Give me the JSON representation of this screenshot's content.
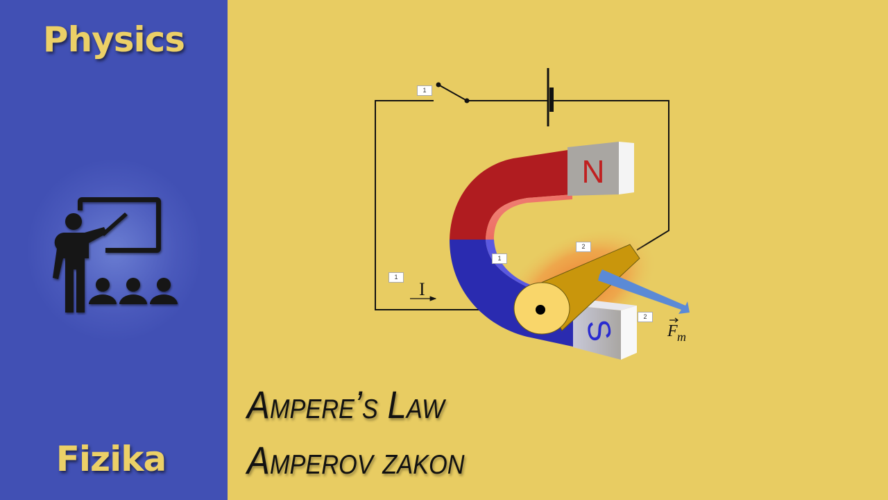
{
  "sidebar": {
    "title_top": "Physics",
    "title_bottom": "Fizika",
    "icon": "teacher-presentation-icon",
    "background_color": "#4150b4",
    "text_color": "#ecd067"
  },
  "main": {
    "background_color": "#e8cc62",
    "title_en": "Ampere’s Law",
    "title_hr": "Amperov zakon"
  },
  "diagram": {
    "labels": {
      "switch_tag": "1",
      "magnet_inner_tag": "1",
      "wire_left_tag": "1",
      "conductor_tag": "2",
      "south_pole_tag": "2",
      "current_symbol": "I",
      "force_symbol": "F",
      "force_subscript": "m",
      "north_pole": "N",
      "south_pole": "S"
    },
    "colors": {
      "magnet_north": "#b01c20",
      "magnet_south": "#2a2bb0",
      "pole_face": "#a8a5a0",
      "conductor": "#c9960c",
      "conductor_end": "#f9d66a",
      "force_arrow": "#5b8ad6",
      "glow": "#f07a30"
    }
  }
}
